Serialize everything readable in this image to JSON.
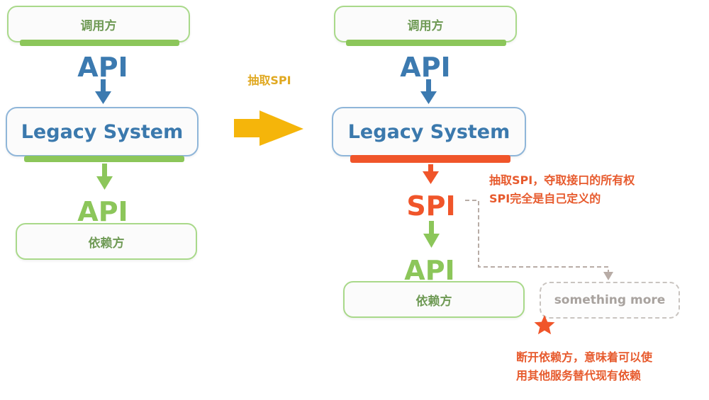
{
  "left": {
    "caller_box": "调用方",
    "api_top": "API",
    "legacy_box": "Legacy System",
    "api_bottom": "API",
    "dependent_box": "依赖方"
  },
  "transition": {
    "label": "抽取SPI"
  },
  "right": {
    "caller_box": "调用方",
    "api_top": "API",
    "legacy_box": "Legacy System",
    "spi": "SPI",
    "spi_note_line1": "抽取SPI，夺取接口的所有权",
    "spi_note_line2": "SPI完全是自己定义的",
    "api_bottom": "API",
    "dependent_box": "依赖方",
    "more_box": "something more",
    "break_note_line1": "断开依赖方，意味着可以使",
    "break_note_line2": "用其他服务替代现有依赖"
  },
  "colors": {
    "green": "#8cc65a",
    "blue": "#3c7ab0",
    "orange": "#f0552a",
    "yellow": "#f5b50a",
    "gray_dashed": "#b8aca6"
  }
}
